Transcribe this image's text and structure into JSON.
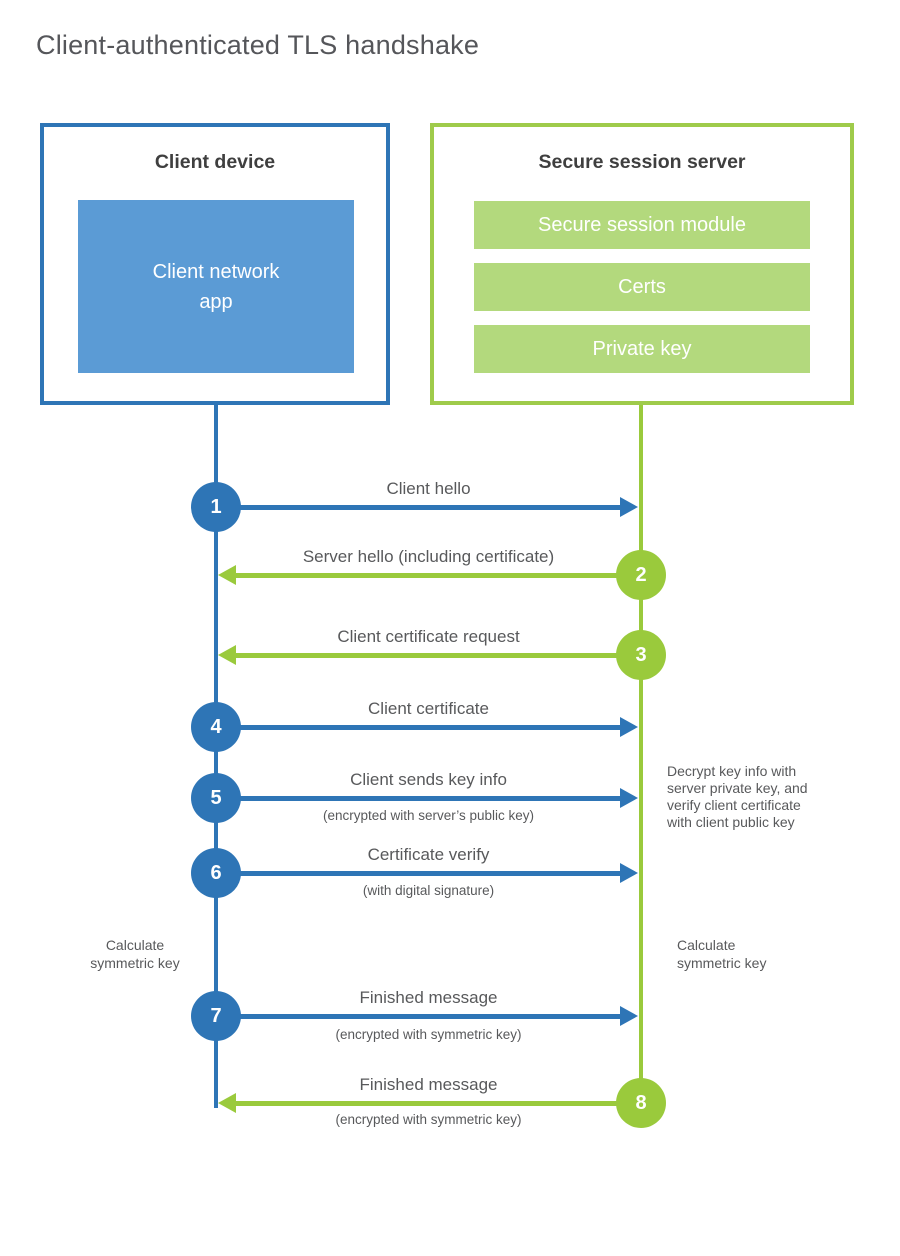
{
  "title": "Client-authenticated TLS handshake",
  "colors": {
    "blue_stroke": "#2e75b6",
    "blue_fill": "#5b9bd5",
    "green_stroke": "#9aca3c",
    "green_fill": "#b3d97d",
    "text_dark": "#3f3f3f",
    "text_gray": "#58595b"
  },
  "client_box": {
    "title": "Client device",
    "app": "Client network\napp"
  },
  "server_box": {
    "title": "Secure session server",
    "modules": [
      "Secure session module",
      "Certs",
      "Private key"
    ]
  },
  "messages": [
    {
      "num": "1",
      "from": "client",
      "to": "server",
      "label": "Client hello",
      "sub": ""
    },
    {
      "num": "2",
      "from": "server",
      "to": "client",
      "label": "Server hello (including certificate)",
      "sub": ""
    },
    {
      "num": "3",
      "from": "server",
      "to": "client",
      "label": "Client certificate request",
      "sub": ""
    },
    {
      "num": "4",
      "from": "client",
      "to": "server",
      "label": "Client certificate",
      "sub": ""
    },
    {
      "num": "5",
      "from": "client",
      "to": "server",
      "label": "Client sends key info",
      "sub": "(encrypted with server’s public key)"
    },
    {
      "num": "6",
      "from": "client",
      "to": "server",
      "label": "Certificate verify",
      "sub": "(with digital signature)"
    },
    {
      "num": "7",
      "from": "client",
      "to": "server",
      "label": "Finished message",
      "sub": "(encrypted with symmetric key)"
    },
    {
      "num": "8",
      "from": "server",
      "to": "client",
      "label": "Finished message",
      "sub": "(encrypted with symmetric key)"
    }
  ],
  "annotations": {
    "decrypt_note": "Decrypt key info with server private key, and verify client certificate with client public key",
    "calc_left": "Calculate\nsymmetric key",
    "calc_right": "Calculate\nsymmetric key"
  }
}
